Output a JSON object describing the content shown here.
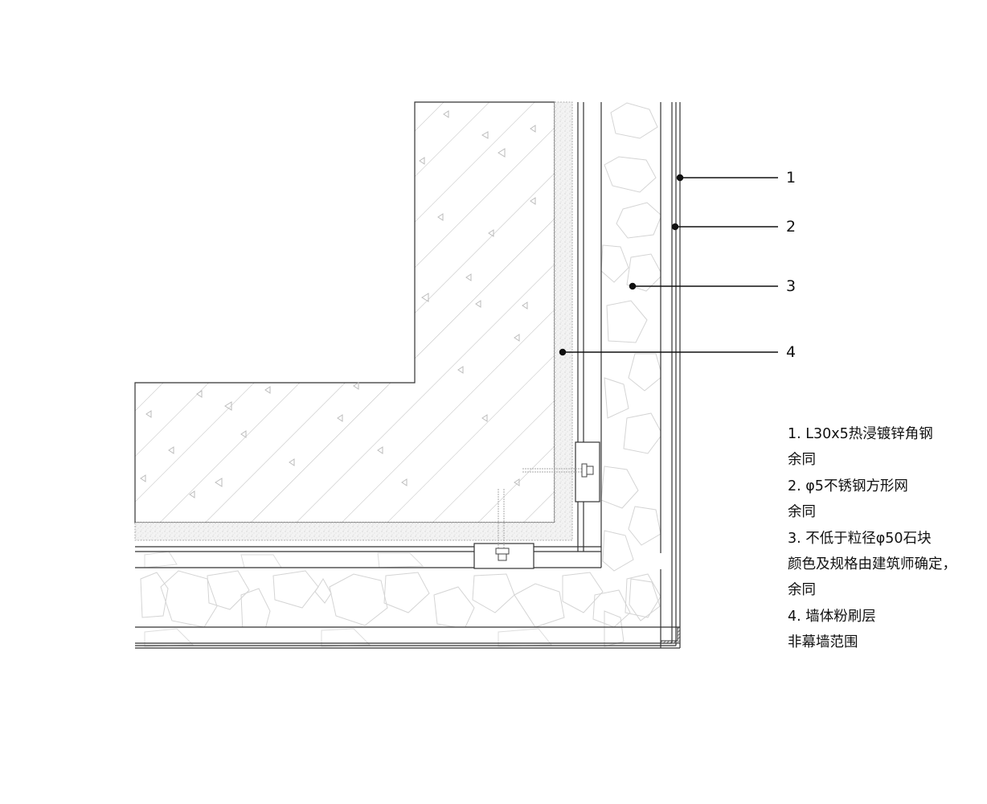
{
  "drawing": {
    "title": "Gabion wall corner detail (plan section)",
    "colors": {
      "line": "#222222",
      "hatch": "#bbbbbb",
      "stone": "#cfcfcf",
      "plaster": "#e6e6e6"
    }
  },
  "callouts": [
    {
      "number": "1",
      "target": "angle-steel"
    },
    {
      "number": "2",
      "target": "stainless-mesh"
    },
    {
      "number": "3",
      "target": "stone-fill"
    },
    {
      "number": "4",
      "target": "wall-plaster"
    }
  ],
  "notes": [
    "1. L30x5热浸镀锌角钢",
    "余同",
    "2. φ5不锈钢方形网",
    "余同",
    "3. 不低于粒径φ50石块",
    "颜色及规格由建筑师确定，",
    "余同",
    "4. 墙体粉刷层",
    "非幕墙范围"
  ]
}
